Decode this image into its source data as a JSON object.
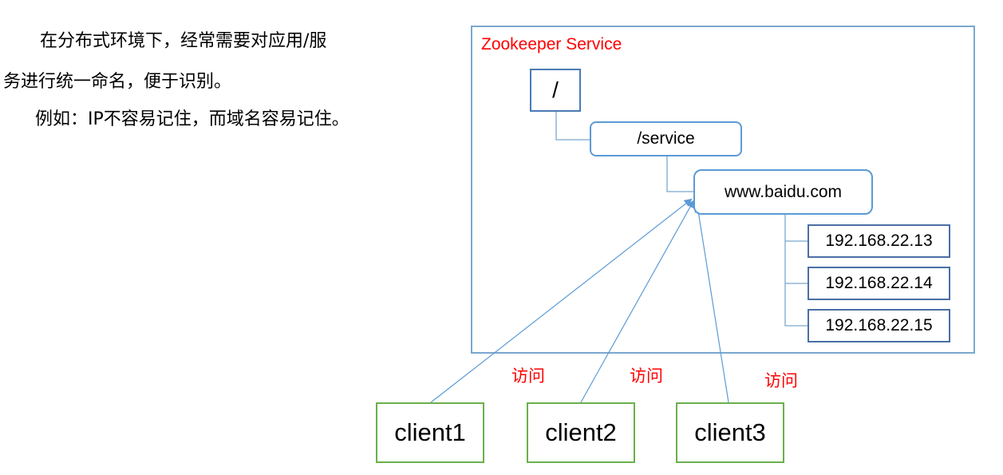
{
  "intro": {
    "line1": "在分布式环境下，经常需要对应用/服",
    "line2": "务进行统一命名，便于识别。",
    "line3": "例如：IP不容易记住，而域名容易记住。"
  },
  "service": {
    "title": "Zookeeper Service",
    "root": "/",
    "service_node": "/service",
    "domain_node": "www.baidu.com",
    "ips": [
      "192.168.22.13",
      "192.168.22.14",
      "192.168.22.15"
    ]
  },
  "clients": [
    "client1",
    "client2",
    "client3"
  ],
  "access_labels": [
    "访问",
    "访问",
    "访问"
  ],
  "colors": {
    "frame": "#7aa7cf",
    "title": "#ff0000",
    "client_border": "#6ab04c",
    "connector": "#5b9bd5"
  }
}
